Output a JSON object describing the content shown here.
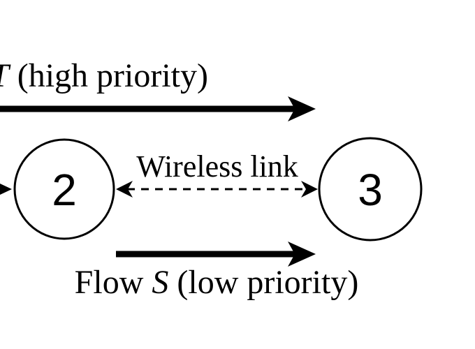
{
  "flow_top": {
    "name_partial": "T",
    "priority_label": " (high priority)"
  },
  "link": {
    "label": "Wireless link"
  },
  "nodes": [
    {
      "label": "2"
    },
    {
      "label": "3"
    }
  ],
  "flow_bottom": {
    "prefix": "Flow ",
    "name": "S",
    "priority_label": " (low priority)"
  },
  "colors": {
    "ink": "#000000",
    "background": "#ffffff"
  }
}
